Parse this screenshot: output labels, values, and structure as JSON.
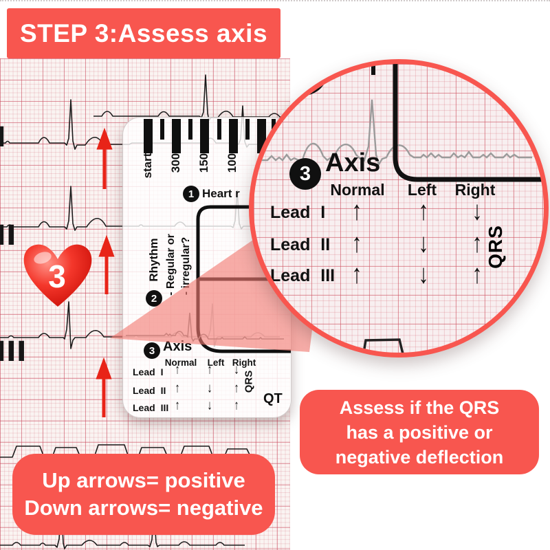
{
  "banner": {
    "text": "STEP 3:Assess axis"
  },
  "colors": {
    "accent": "#f8564f",
    "heart_red": "#d90f07",
    "arrow_red": "#e82418",
    "grid_line": "#c84659",
    "trace_black": "#1b1b1b",
    "trace_gray": "#9b9b9b"
  },
  "background": {
    "lead_labels": [
      "I",
      "II",
      "III"
    ]
  },
  "heart_marker": {
    "number": "3"
  },
  "ruler_card": {
    "scale_labels": [
      "start",
      "300",
      "150",
      "100"
    ],
    "step1": {
      "num": "1",
      "label": "Heart r"
    },
    "step2": {
      "num": "2",
      "label": "Rhythm",
      "line1": "- Regular or",
      "line2": "- irregular?"
    },
    "step3": {
      "num": "3",
      "label": "Axis"
    },
    "qt_label": "QT"
  },
  "axis_table": {
    "headers": [
      "Normal",
      "Left",
      "Right"
    ],
    "rows": [
      {
        "lead": "Lead I",
        "normal": "↑",
        "left": "↑",
        "right": "↓"
      },
      {
        "lead": "Lead II",
        "normal": "↑",
        "left": "↓",
        "right": "↑"
      },
      {
        "lead": "Lead III",
        "normal": "↑",
        "left": "↓",
        "right": "↑"
      }
    ],
    "qrs_label": "QRS"
  },
  "magnifier": {
    "step_num": "3",
    "title": "Axis"
  },
  "callout_left": {
    "line1": "Up arrows= positive",
    "line2": "Down arrows= negative"
  },
  "callout_right": {
    "line1": "Assess if the QRS",
    "line2": "has a positive or",
    "line3": "negative deflection"
  }
}
